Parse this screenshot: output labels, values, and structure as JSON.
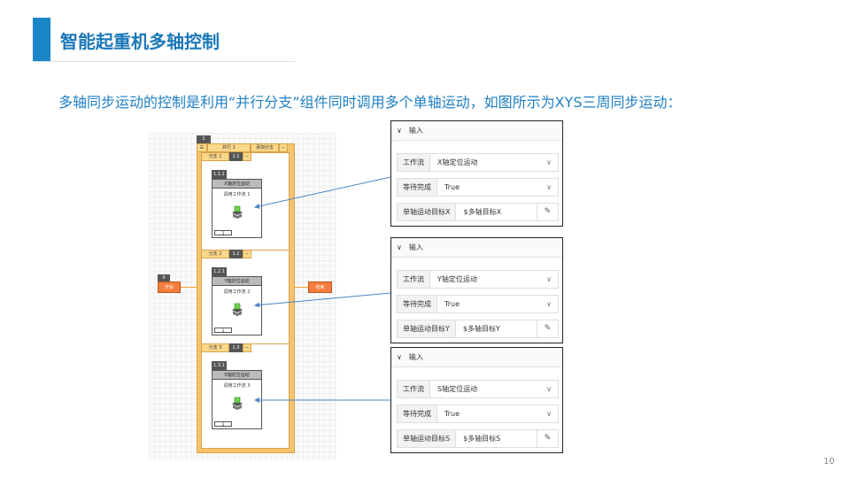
{
  "title": "智能起重机多轴控制",
  "subtitle": "多轴同步运动的控制是利用“并行分支”组件同时调用多个单轴运动，如图所示为XYS三周同步运动：",
  "page_number": "10",
  "diagram": {
    "start": {
      "id": "0",
      "label": "开始"
    },
    "end": {
      "label": "结束"
    },
    "parallel": {
      "id": "1",
      "label": "并行 1",
      "add_branch": "添加分支",
      "collapse": "−"
    },
    "branches": [
      {
        "label": "分支 1",
        "id": "1.1",
        "collapse": "−",
        "box_id": "1.1.1",
        "box_title": "X轴定位运动",
        "box_text": "调用工作流 1",
        "footer": "1"
      },
      {
        "label": "分支 2",
        "id": "1.2",
        "collapse": "−",
        "box_id": "1.2.1",
        "box_title": "Y轴定位运动",
        "box_text": "调用工作流 2",
        "footer": "1"
      },
      {
        "label": "分支 3",
        "id": "1.3",
        "collapse": "−",
        "box_id": "1.3.1",
        "box_title": "S轴定位运动",
        "box_text": "调用工作流 3",
        "footer": "1"
      }
    ]
  },
  "panels": [
    {
      "header": "输入",
      "workflow_label": "工作流",
      "workflow": "X轴定位运动",
      "wait_label": "等待完成",
      "wait": "True",
      "target_label": "单轴运动目标X",
      "target": "$多轴目标X"
    },
    {
      "header": "输入",
      "workflow_label": "工作流",
      "workflow": "Y轴定位运动",
      "wait_label": "等待完成",
      "wait": "True",
      "target_label": "单轴运动目标Y",
      "target": "$多轴目标Y"
    },
    {
      "header": "输入",
      "workflow_label": "工作流",
      "workflow": "S轴定位运动",
      "wait_label": "等待完成",
      "wait": "True",
      "target_label": "单轴运动目标S",
      "target": "$多轴目标S"
    }
  ],
  "colors": {
    "accent": "#1a86c8",
    "orange": "#f47c3c",
    "frame": "#f6c46e"
  }
}
